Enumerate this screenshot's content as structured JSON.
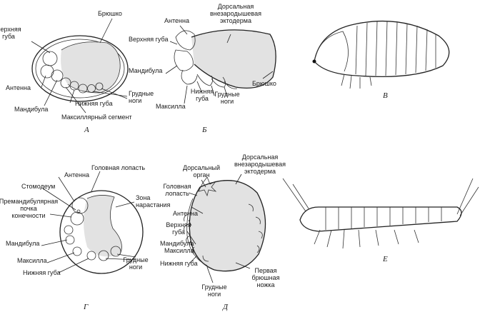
{
  "panels": {
    "a": {
      "letter": "А",
      "labels": {
        "upper_lip": "Верхняя\nгуба",
        "abdomen": "Брюшко",
        "antenna": "Антенна",
        "mandible": "Мандибула",
        "lower_lip": "Нижняя губа",
        "thoracic_legs": "Грудные\nноги",
        "maxillary_segment": "Максиллярный сегмент"
      }
    },
    "b": {
      "letter": "Б",
      "labels": {
        "antenna": "Антенна",
        "dorsal_ectoderm": "Дорсальная\nвнезародышевая\nэктодерма",
        "upper_lip": "Верхняя губа",
        "mandible": "Мандибула",
        "abdomen": "Брюшко",
        "lower_lip": "Нижняя\nгуба",
        "thoracic_legs": "Грудные\nноги",
        "maxilla": "Максилла"
      }
    },
    "v": {
      "letter": "В"
    },
    "g": {
      "letter": "Г",
      "labels": {
        "head_lobe": "Головная лопасть",
        "stomodeum": "Стомодеум",
        "antenna": "Антенна",
        "premandibular_bud": "Премандибулярная\nпочка\nконечности",
        "growth_zone": "Зона\nнарастания",
        "mandible": "Мандибула",
        "maxilla": "Максилла",
        "lower_lip": "Нижняя губа",
        "thoracic_legs": "Грудные\nноги"
      }
    },
    "d": {
      "letter": "Д",
      "labels": {
        "dorsal_organ": "Дорсальный\nорган",
        "dorsal_ectoderm": "Дорсальная\nвнезародышевая\nэктодерма",
        "head_lobe": "Головная\nлопасть",
        "antenna": "Антенна",
        "upper_lip": "Верхняя\nгуба",
        "mandible": "Мандибула",
        "maxilla": "Максилла",
        "lower_lip": "Нижняя губа",
        "first_abdominal_leg": "Первая\nбрюшная\nножка",
        "thoracic_legs": "Грудные\nноги"
      }
    },
    "e": {
      "letter": "Е"
    }
  }
}
